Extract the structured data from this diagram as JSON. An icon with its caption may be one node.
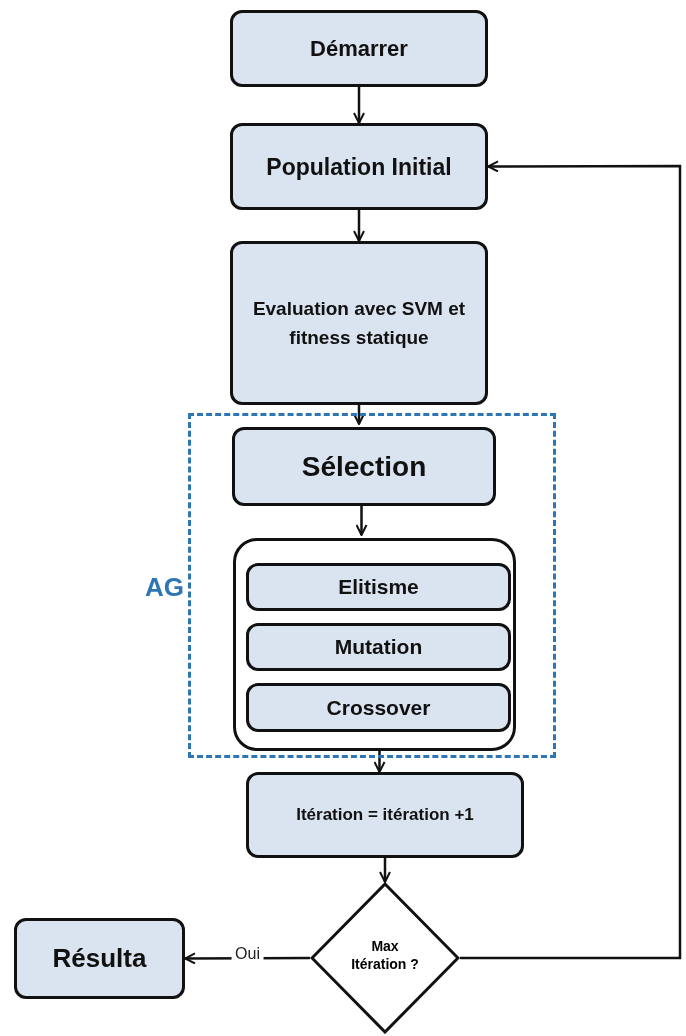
{
  "diagram": {
    "nodes": [
      {
        "text": [
          "Démarrer"
        ]
      },
      {
        "text": [
          "Population Initial"
        ]
      },
      {
        "text": [
          "Evaluation avec SVM et fitness statique"
        ]
      },
      {
        "text": [
          "AG"
        ]
      },
      {
        "text": [
          "Sélection"
        ],
        "in": 3
      },
      {
        "text": [],
        "shape": "box",
        "in": 3
      },
      {
        "text": [
          "Elitisme"
        ],
        "in": 5
      },
      {
        "text": [
          "Mutation"
        ],
        "in": 5
      },
      {
        "text": [
          "Crossover"
        ],
        "in": 5
      },
      {
        "text": [
          "Itération = itération +1"
        ]
      },
      {
        "text": [
          "Max Itération ?"
        ]
      },
      {
        "text": [
          "Résulta"
        ]
      }
    ],
    "edges": [
      {
        "from": 0,
        "to": 1,
        "arrow": "to"
      },
      {
        "from": 1,
        "to": 2,
        "arrow": "to"
      },
      {
        "from": 2,
        "to": 4,
        "arrow": "to"
      },
      {
        "from": 4,
        "to": 5,
        "arrow": "to"
      },
      {
        "from": 5,
        "to": 9,
        "arrow": "to"
      },
      {
        "from": 9,
        "to": 10,
        "arrow": "to"
      },
      {
        "from": 10,
        "to": 11,
        "label": "Oui",
        "arrow": "to"
      },
      {
        "from": 10,
        "to": 1,
        "arrow": "to"
      }
    ]
  }
}
